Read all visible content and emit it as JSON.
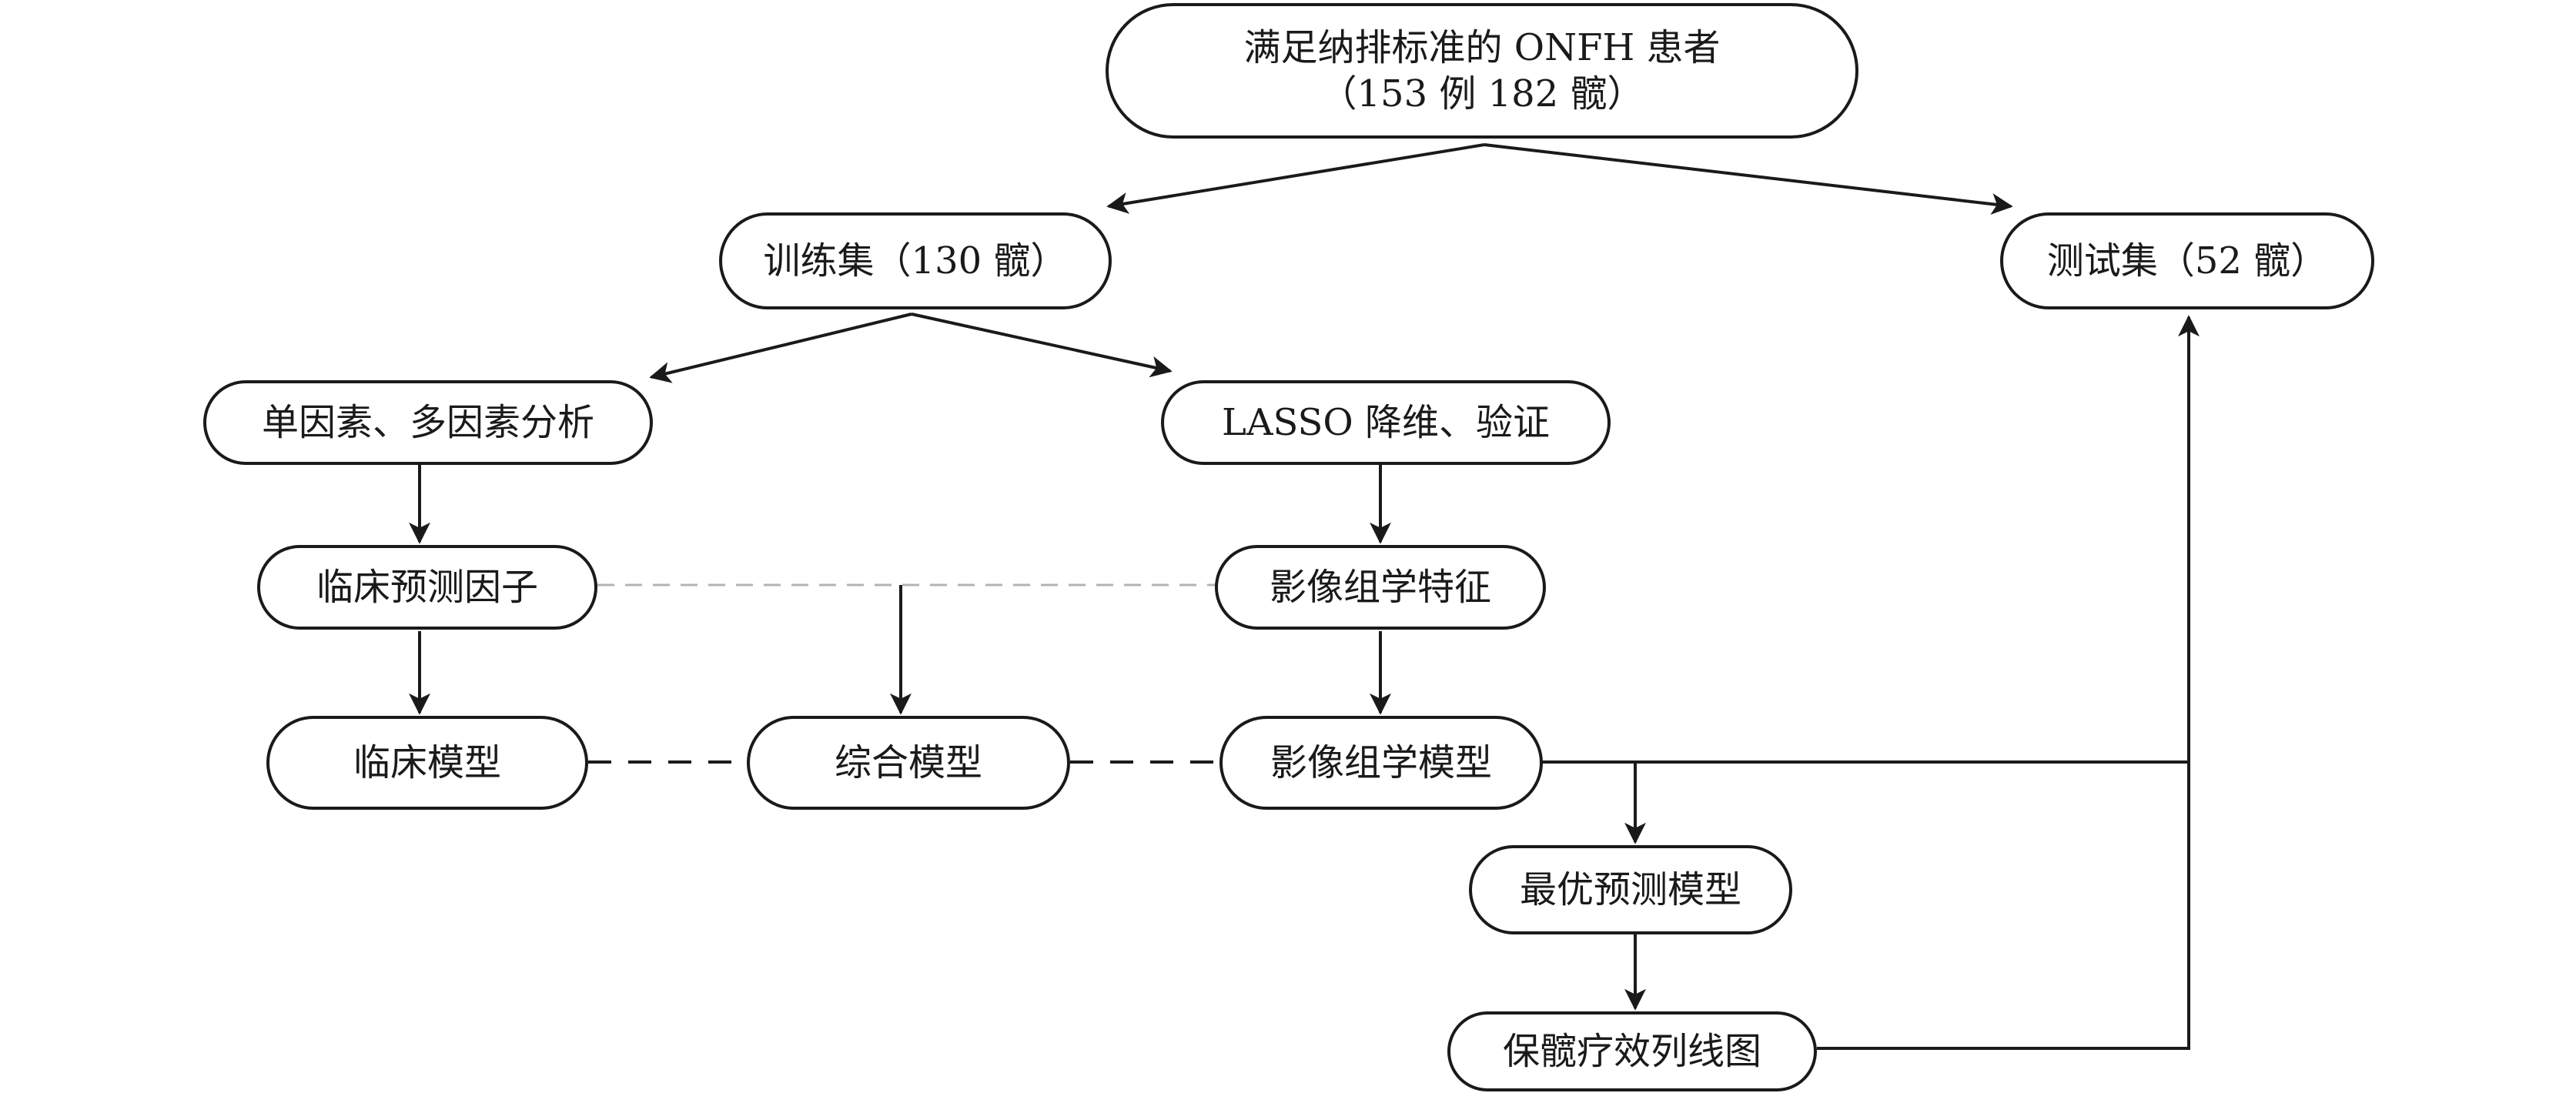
{
  "nodes": {
    "patients": {
      "line1": "满足纳排标准的 ONFH 患者",
      "line2": "（153 例 182 髋）"
    },
    "training_set": "训练集（130 髋）",
    "test_set": "测试集（52 髋）",
    "univariate_multivariate": "单因素、多因素分析",
    "lasso": "LASSO 降维、验证",
    "clinical_predictors": "临床预测因子",
    "radiomics_features": "影像组学特征",
    "clinical_model": "临床模型",
    "combined_model": "综合模型",
    "radiomics_model": "影像组学模型",
    "optimal_model": "最优预测模型",
    "nomogram": "保髋疗效列线图"
  },
  "colors": {
    "stroke": "#1a1a1a",
    "dashed_light": "#b3b3b3"
  }
}
